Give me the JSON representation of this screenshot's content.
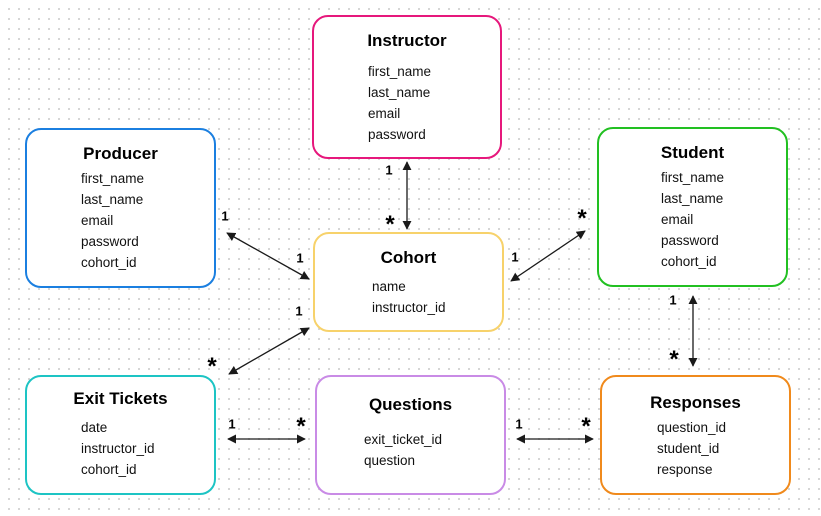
{
  "colors": {
    "instructor": "#e6187c",
    "producer": "#1b7fe0",
    "student": "#22c022",
    "cohort": "#f7d26b",
    "exit_tickets": "#1dc4c4",
    "questions": "#c98be6",
    "responses": "#f08a1c",
    "edge": "#1a1a1a"
  },
  "entities": {
    "instructor": {
      "title": "Instructor",
      "fields": [
        "first_name",
        "last_name",
        "email",
        "password"
      ]
    },
    "producer": {
      "title": "Producer",
      "fields": [
        "first_name",
        "last_name",
        "email",
        "password",
        "cohort_id"
      ]
    },
    "student": {
      "title": "Student",
      "fields": [
        "first_name",
        "last_name",
        "email",
        "password",
        "cohort_id"
      ]
    },
    "cohort": {
      "title": "Cohort",
      "fields": [
        "name",
        "instructor_id"
      ]
    },
    "exit_tickets": {
      "title": "Exit Tickets",
      "fields": [
        "date",
        "instructor_id",
        "cohort_id"
      ]
    },
    "questions": {
      "title": "Questions",
      "fields": [
        "exit_ticket_id",
        "question"
      ]
    },
    "responses": {
      "title": "Responses",
      "fields": [
        "question_id",
        "student_id",
        "response"
      ]
    }
  },
  "relationships": [
    {
      "id": "instructor-cohort",
      "from": "instructor",
      "to": "cohort",
      "from_cardinality": "1",
      "to_cardinality": "*"
    },
    {
      "id": "producer-cohort",
      "from": "producer",
      "to": "cohort",
      "from_cardinality": "1",
      "to_cardinality": "1"
    },
    {
      "id": "cohort-student",
      "from": "cohort",
      "to": "student",
      "from_cardinality": "1",
      "to_cardinality": "*"
    },
    {
      "id": "cohort-exit-tickets",
      "from": "cohort",
      "to": "exit_tickets",
      "from_cardinality": "1",
      "to_cardinality": "*"
    },
    {
      "id": "student-responses",
      "from": "student",
      "to": "responses",
      "from_cardinality": "1",
      "to_cardinality": "*"
    },
    {
      "id": "exit-tickets-questions",
      "from": "exit_tickets",
      "to": "questions",
      "from_cardinality": "1",
      "to_cardinality": "*"
    },
    {
      "id": "questions-responses",
      "from": "questions",
      "to": "responses",
      "from_cardinality": "1",
      "to_cardinality": "*"
    }
  ]
}
